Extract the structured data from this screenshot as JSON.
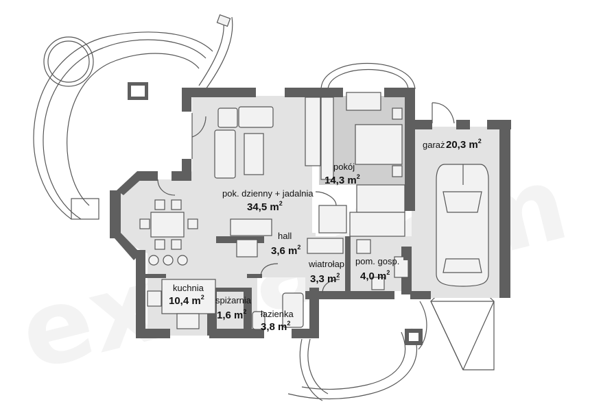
{
  "watermark": "extradom",
  "rooms": [
    {
      "id": "pokoj-dzienny",
      "name": "pok. dzienny + jadalnia",
      "area": "34,5 m",
      "unit_sup": "2"
    },
    {
      "id": "pokoj",
      "name": "pokój",
      "area": "14,3 m",
      "unit_sup": "2"
    },
    {
      "id": "garaz",
      "name": "garaż",
      "area": "20,3 m",
      "unit_sup": "2"
    },
    {
      "id": "hall",
      "name": "hall",
      "area": "3,6 m",
      "unit_sup": "2"
    },
    {
      "id": "wiatrolap",
      "name": "wiatrołap",
      "area": "3,3 m",
      "unit_sup": "2"
    },
    {
      "id": "pom-gosp",
      "name": "pom. gosp.",
      "area": "4,0 m",
      "unit_sup": "2"
    },
    {
      "id": "kuchnia",
      "name": "kuchnia",
      "area": "10,4 m",
      "unit_sup": "2"
    },
    {
      "id": "spizarnia",
      "name": "spiżarnia",
      "area": "1,6 m",
      "unit_sup": "2"
    },
    {
      "id": "lazienka",
      "name": "łazienka",
      "area": "3,8 m",
      "unit_sup": "2"
    }
  ]
}
